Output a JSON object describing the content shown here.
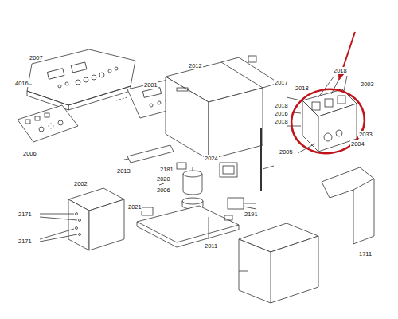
{
  "diagram": {
    "labels": [
      "4016",
      "2007",
      "2001",
      "2006",
      "2012",
      "2017",
      "2018",
      "2003",
      "2018",
      "2018",
      "2016",
      "2018",
      "2033",
      "2005",
      "2004",
      "2181",
      "2024",
      "2020",
      "2013",
      "2002",
      "2171",
      "2171",
      "2021",
      "2006",
      "2191",
      "2011",
      "1711"
    ]
  }
}
